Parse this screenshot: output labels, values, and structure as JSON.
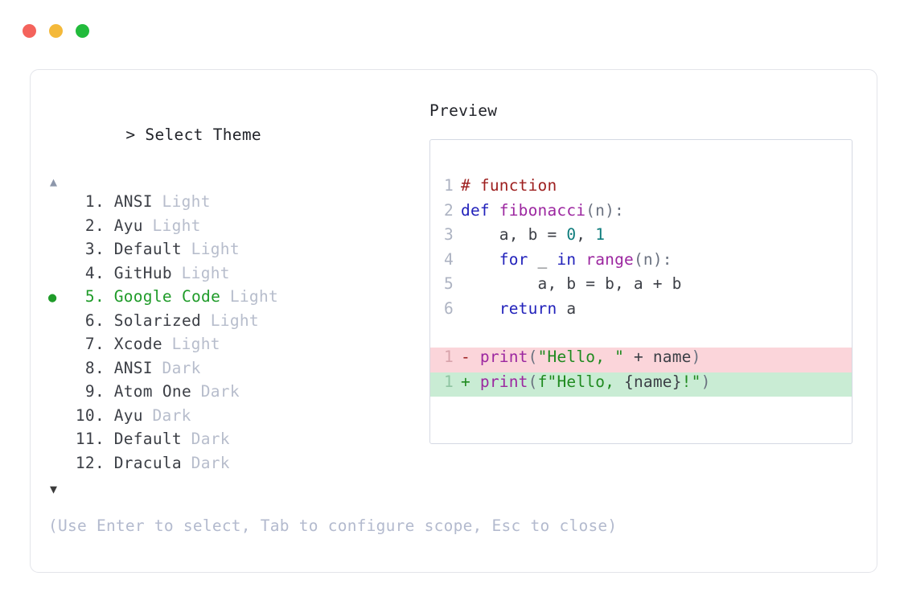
{
  "window": {
    "buttons": [
      {
        "name": "close",
        "color": "#f4635c"
      },
      {
        "name": "minimize",
        "color": "#f4b93a"
      },
      {
        "name": "maximize",
        "color": "#22bb3c"
      }
    ]
  },
  "prompt": {
    "marker": ">",
    "title": "Select Theme",
    "scroll_up": "▲",
    "scroll_down": "▼",
    "selected_index": 5,
    "selected_bullet": "●",
    "hint": "(Use Enter to select, Tab to configure scope, Esc to close)"
  },
  "themes": [
    {
      "index": "1.",
      "name": "ANSI",
      "variant": "Light",
      "selected": false
    },
    {
      "index": "2.",
      "name": "Ayu",
      "variant": "Light",
      "selected": false
    },
    {
      "index": "3.",
      "name": "Default",
      "variant": "Light",
      "selected": false
    },
    {
      "index": "4.",
      "name": "GitHub",
      "variant": "Light",
      "selected": false
    },
    {
      "index": "5.",
      "name": "Google Code",
      "variant": "Light",
      "selected": true
    },
    {
      "index": "6.",
      "name": "Solarized",
      "variant": "Light",
      "selected": false
    },
    {
      "index": "7.",
      "name": "Xcode",
      "variant": "Light",
      "selected": false
    },
    {
      "index": "8.",
      "name": "ANSI",
      "variant": "Dark",
      "selected": false
    },
    {
      "index": "9.",
      "name": "Atom One",
      "variant": "Dark",
      "selected": false
    },
    {
      "index": "10.",
      "name": "Ayu",
      "variant": "Dark",
      "selected": false
    },
    {
      "index": "11.",
      "name": "Default",
      "variant": "Dark",
      "selected": false
    },
    {
      "index": "12.",
      "name": "Dracula",
      "variant": "Dark",
      "selected": false
    }
  ],
  "preview": {
    "label": "Preview",
    "code_lines": [
      {
        "no": "1",
        "tokens": [
          {
            "t": "# function",
            "c": "comment"
          }
        ]
      },
      {
        "no": "2",
        "tokens": [
          {
            "t": "def ",
            "c": "kw"
          },
          {
            "t": "fibonacci",
            "c": "fn"
          },
          {
            "t": "(n):",
            "c": "punct"
          }
        ]
      },
      {
        "no": "3",
        "tokens": [
          {
            "t": "    a, b = ",
            "c": "plain"
          },
          {
            "t": "0",
            "c": "num"
          },
          {
            "t": ", ",
            "c": "plain"
          },
          {
            "t": "1",
            "c": "num"
          }
        ]
      },
      {
        "no": "4",
        "tokens": [
          {
            "t": "    ",
            "c": "plain"
          },
          {
            "t": "for",
            "c": "kw"
          },
          {
            "t": " _ ",
            "c": "plain"
          },
          {
            "t": "in",
            "c": "kw"
          },
          {
            "t": " ",
            "c": "plain"
          },
          {
            "t": "range",
            "c": "fn"
          },
          {
            "t": "(n):",
            "c": "punct"
          }
        ]
      },
      {
        "no": "5",
        "tokens": [
          {
            "t": "        a, b = b, a + b",
            "c": "plain"
          }
        ]
      },
      {
        "no": "6",
        "tokens": [
          {
            "t": "    ",
            "c": "plain"
          },
          {
            "t": "return",
            "c": "kw"
          },
          {
            "t": " a",
            "c": "plain"
          }
        ]
      }
    ],
    "diff_lines": [
      {
        "no": "1",
        "kind": "del",
        "marker": "-",
        "marker_class": "del",
        "bg": "#fbd5da",
        "tokens": [
          {
            "t": "print",
            "c": "fn"
          },
          {
            "t": "(",
            "c": "punct"
          },
          {
            "t": "\"Hello, \"",
            "c": "str"
          },
          {
            "t": " + name",
            "c": "plain"
          },
          {
            "t": ")",
            "c": "punct"
          }
        ]
      },
      {
        "no": "1",
        "kind": "add",
        "marker": "+",
        "marker_class": "add",
        "bg": "#c9ecd4",
        "tokens": [
          {
            "t": "print",
            "c": "fn"
          },
          {
            "t": "(",
            "c": "punct"
          },
          {
            "t": "f\"Hello, ",
            "c": "str"
          },
          {
            "t": "{name}",
            "c": "plain"
          },
          {
            "t": "!\"",
            "c": "str"
          },
          {
            "t": ")",
            "c": "punct"
          }
        ]
      }
    ]
  },
  "colors": {
    "accent_selected": "#1f9b29",
    "muted_text": "#b7bdcc",
    "body_text": "#3c3f46",
    "card_border": "#e3e5ea",
    "preview_border": "#d5d9e3",
    "diff_delete_bg": "#fbd5da",
    "diff_add_bg": "#c9ecd4"
  }
}
